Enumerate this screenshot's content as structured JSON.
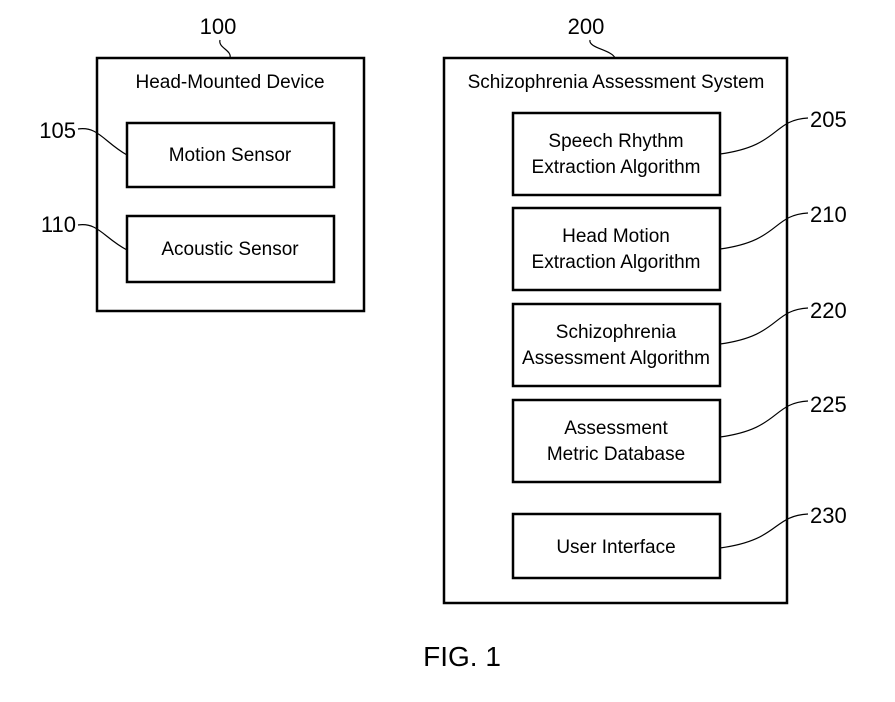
{
  "device": {
    "ref": "100",
    "title": "Head-Mounted Device",
    "components": [
      {
        "ref": "105",
        "lines": [
          "Motion Sensor"
        ]
      },
      {
        "ref": "110",
        "lines": [
          "Acoustic Sensor"
        ]
      }
    ]
  },
  "system": {
    "ref": "200",
    "title": "Schizophrenia Assessment System",
    "components": [
      {
        "ref": "205",
        "lines": [
          "Speech Rhythm",
          "Extraction Algorithm"
        ]
      },
      {
        "ref": "210",
        "lines": [
          "Head Motion",
          "Extraction Algorithm"
        ]
      },
      {
        "ref": "220",
        "lines": [
          "Schizophrenia",
          "Assessment Algorithm"
        ]
      },
      {
        "ref": "225",
        "lines": [
          "Assessment",
          "Metric Database"
        ]
      },
      {
        "ref": "230",
        "lines": [
          "User Interface"
        ]
      }
    ]
  },
  "figure_label": "FIG. 1"
}
